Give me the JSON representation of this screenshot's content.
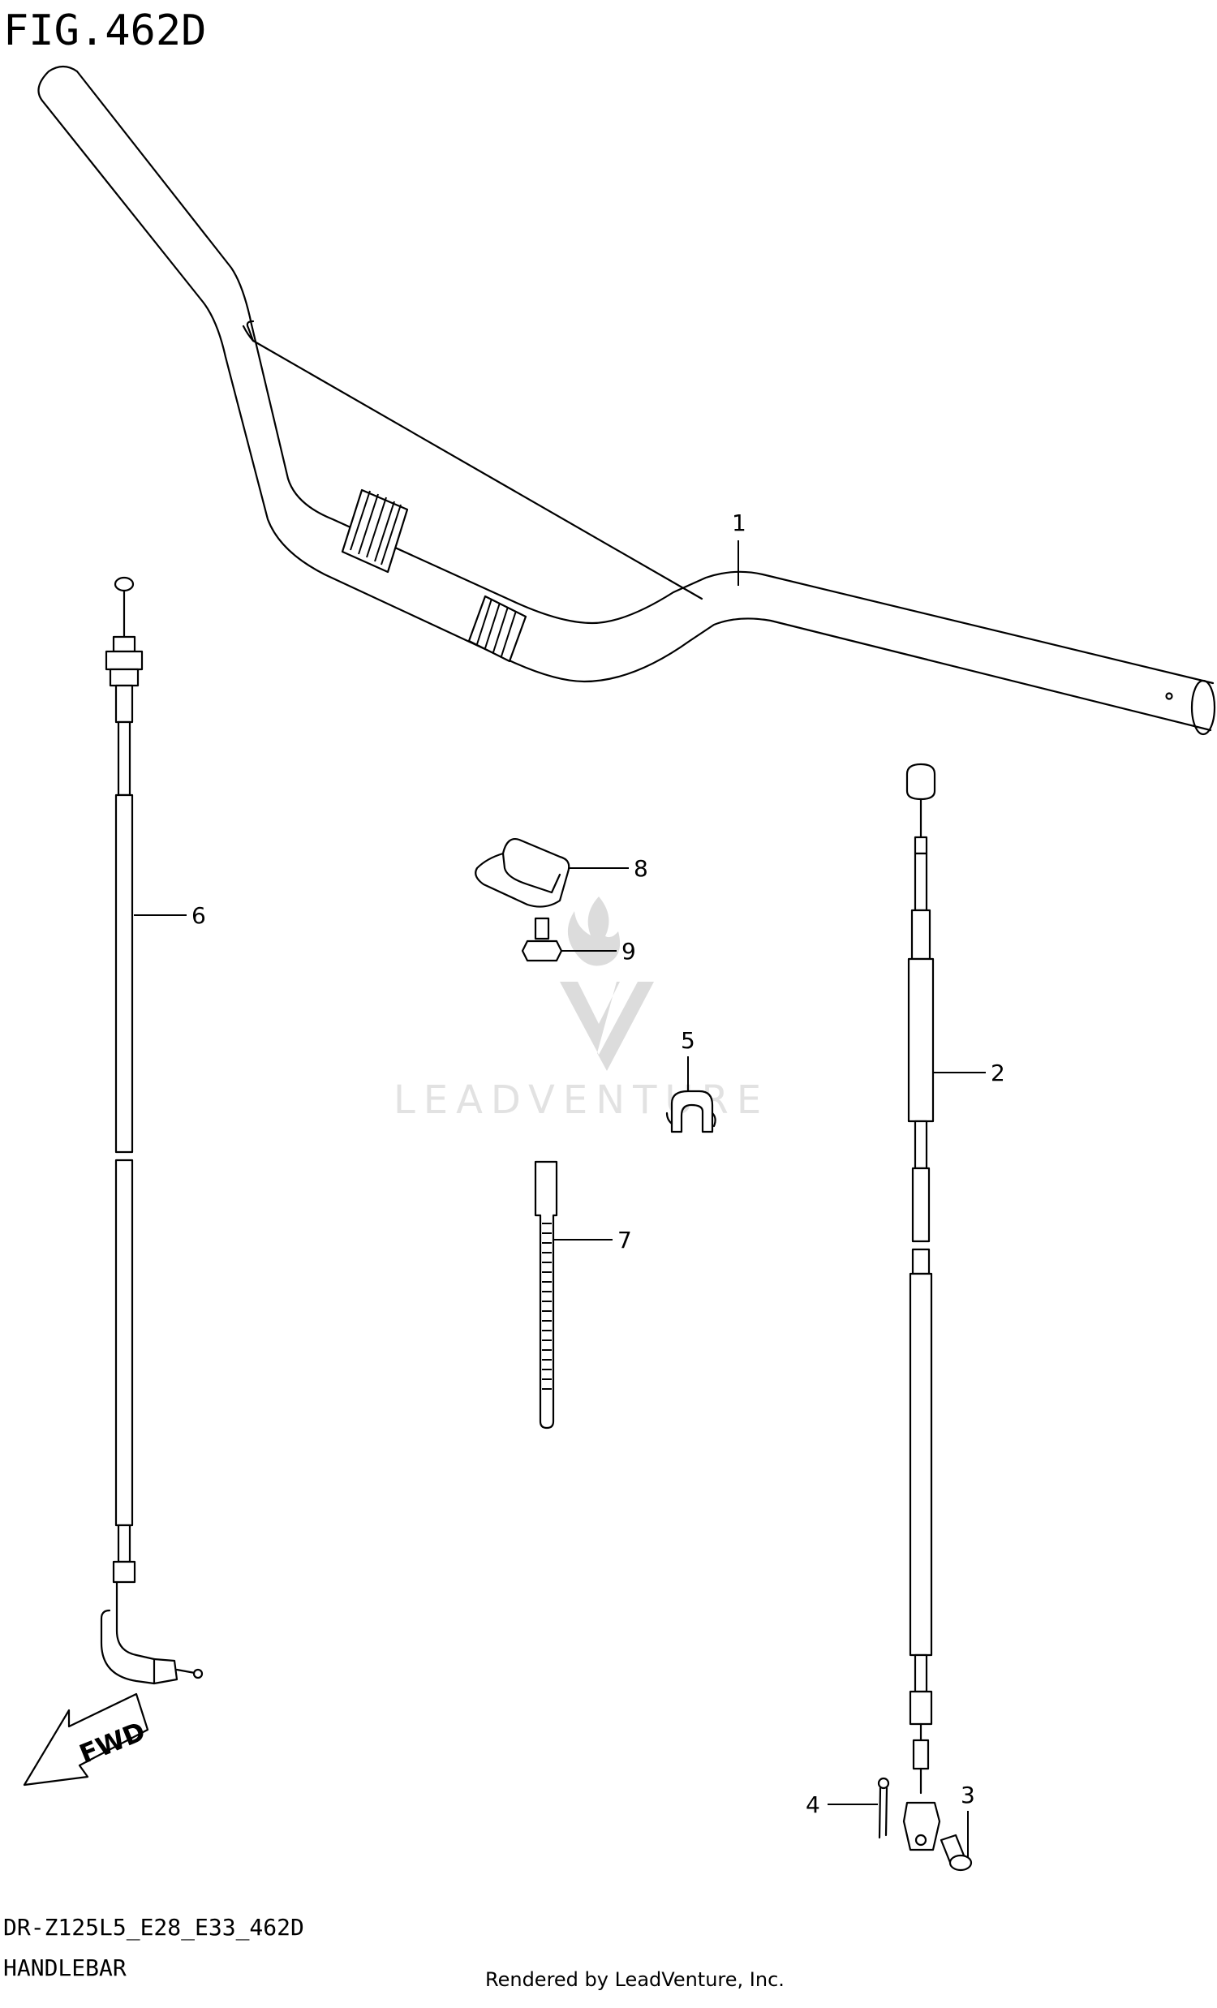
{
  "figure": {
    "title": "FIG.462D",
    "model_code": "DR-Z125L5_E28_E33_462D",
    "section_name": "HANDLEBAR",
    "render_credit": "Rendered by LeadVenture, Inc."
  },
  "watermark": {
    "text": "LEADVENTURE"
  },
  "direction_indicator": {
    "label": "FWD"
  },
  "callouts": [
    {
      "number": "1"
    },
    {
      "number": "2"
    },
    {
      "number": "3"
    },
    {
      "number": "4"
    },
    {
      "number": "5"
    },
    {
      "number": "6"
    },
    {
      "number": "7"
    },
    {
      "number": "8"
    },
    {
      "number": "9"
    }
  ]
}
